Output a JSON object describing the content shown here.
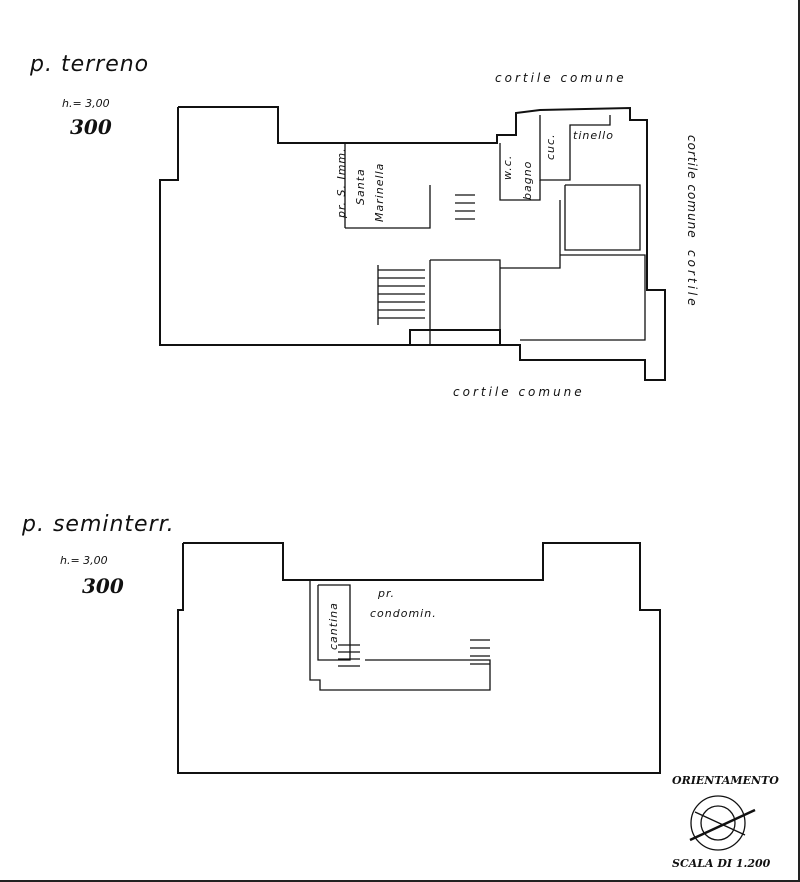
{
  "ground_floor": {
    "title": "p. terreno",
    "height_label": "h.= 3,00",
    "height_handwritten": "300",
    "courtyard_top": "cortile comune",
    "courtyard_right_1": "cortile comune",
    "courtyard_right_2": "cortile",
    "courtyard_bottom": "cortile comune",
    "neighbor_line1": "pr. S. Imm.",
    "neighbor_line2": "Santa",
    "neighbor_line3": "Marinella",
    "room_wc": "w.c.",
    "room_bagno": "bagno",
    "room_cuc": "cuc.",
    "room_tinello": "tinello"
  },
  "basement": {
    "title": "p. seminterr.",
    "height_label": "h.= 3,00",
    "height_handwritten": "300",
    "room_cantina": "cantina",
    "common_line1": "pr.",
    "common_line2": "condomin."
  },
  "legend": {
    "orientation_label": "ORIENTAMENTO",
    "scale_label": "SCALA DI 1.200"
  }
}
